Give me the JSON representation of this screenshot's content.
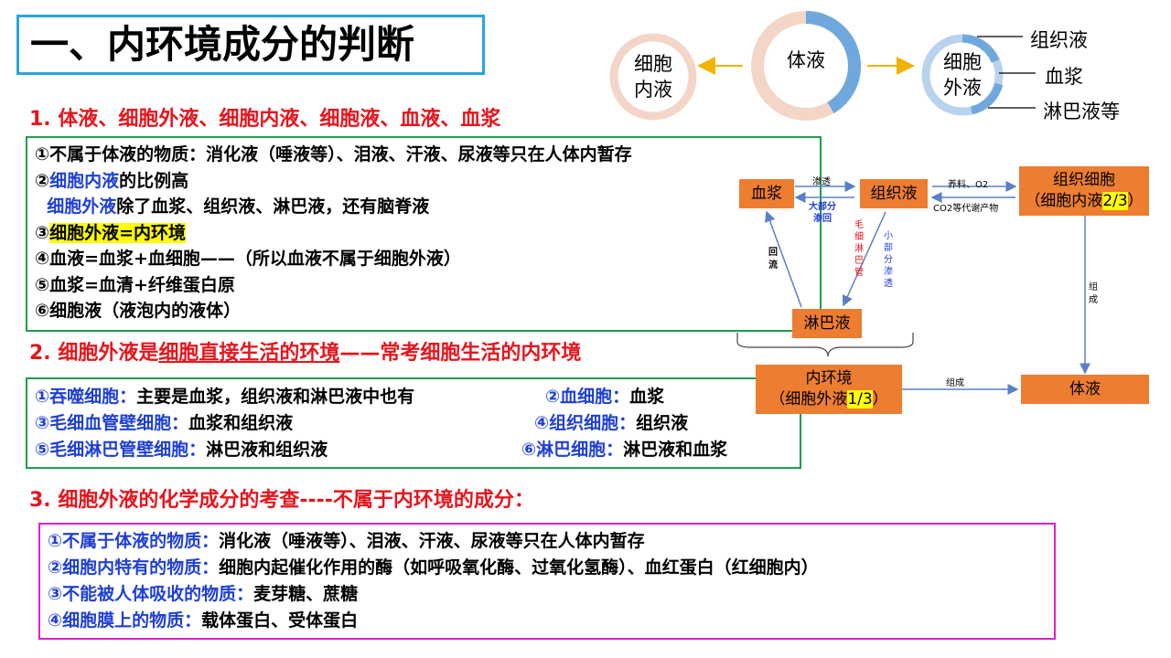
{
  "title": "一、内环境成分的判断",
  "section1": {
    "heading": "1. 体液、细胞外液、细胞内液、细胞液、血液、血浆",
    "lines": [
      [
        {
          "t": "①不属于体液的物质：消化液（唾液等）、泪液、汗液、尿液等只在人体内暂存",
          "c": ""
        }
      ],
      [
        {
          "t": "②",
          "c": ""
        },
        {
          "t": "细胞内液",
          "c": "blue"
        },
        {
          "t": "的比例高",
          "c": ""
        }
      ],
      [
        {
          "t": "  ",
          "c": ""
        },
        {
          "t": "细胞外液",
          "c": "blue"
        },
        {
          "t": "除了血浆、组织液、淋巴液，还有脑脊液",
          "c": ""
        }
      ],
      [
        {
          "t": "③",
          "c": ""
        },
        {
          "t": "细胞外液=内环境",
          "c": "hl"
        }
      ],
      [
        {
          "t": "④血液=血浆+血细胞——（所以血液不属于细胞外液）",
          "c": ""
        }
      ],
      [
        {
          "t": "⑤血浆=血清+纤维蛋白原",
          "c": ""
        }
      ],
      [
        {
          "t": "⑥细胞液（液泡内的液体）",
          "c": ""
        }
      ]
    ]
  },
  "section2": {
    "heading_a": "2. 细胞外液是",
    "heading_b": "细胞直接生活的环境",
    "heading_c": "——常考细胞生活的内环境",
    "items": [
      {
        "num": "①",
        "name": "吞噬细胞：",
        "desc": "主要是血浆，组织液和淋巴液中也有"
      },
      {
        "num": "②",
        "name": "血细胞：",
        "desc": "血浆"
      },
      {
        "num": "③",
        "name": "毛细血管壁细胞：",
        "desc": "血浆和组织液"
      },
      {
        "num": "④",
        "name": "组织细胞：",
        "desc": "组织液"
      },
      {
        "num": "⑤",
        "name": "毛细淋巴管壁细胞：",
        "desc": "淋巴液和组织液"
      },
      {
        "num": "⑥",
        "name": "淋巴细胞：",
        "desc": "淋巴液和血浆"
      }
    ]
  },
  "section3": {
    "heading": "3. 细胞外液的化学成分的考查----不属于内环境的成分：",
    "items": [
      {
        "label": "①不属于体液的物质：",
        "desc": "消化液（唾液等）、泪液、汗液、尿液等只在人体内暂存"
      },
      {
        "label": "②细胞内特有的物质：",
        "desc": "细胞内起催化作用的酶（如呼吸氧化酶、过氧化氢酶）、血红蛋白（红细胞内）"
      },
      {
        "label": "③不能被人体吸收的物质：",
        "desc": "麦芽糖、蔗糖"
      },
      {
        "label": "④细胞膜上的物质：",
        "desc": "载体蛋白、受体蛋白"
      }
    ]
  },
  "rings": {
    "intracellular": "细胞内液",
    "body_fluid": "体液",
    "extracellular": "细胞外液",
    "tissue_fluid": "组织液",
    "plasma": "血浆",
    "lymph_etc": "淋巴液等",
    "colors": {
      "pink": "#f4d6c8",
      "blue": "#6fa8dc",
      "light_blue": "#b9d3ee",
      "arrow": "#f0b400"
    }
  },
  "flow": {
    "plasma": "血浆",
    "tissue_fluid": "组织液",
    "tissue_cell_a": "组织细胞",
    "tissue_cell_b": "（细胞内液",
    "tissue_cell_frac": "2/3",
    "tissue_cell_c": "）",
    "lymph": "淋巴液",
    "internal_env_a": "内环境",
    "internal_env_b": "（细胞外液",
    "internal_env_frac": "1/3",
    "internal_env_c": "）",
    "body_fluid": "体液",
    "osmosis": "渗透",
    "mostly_back_a": "大部分",
    "mostly_back_b": "渗回",
    "return_a": "回",
    "return_b": "流",
    "capillary_lymph": [
      "毛",
      "细",
      "淋",
      "巴",
      "管"
    ],
    "small_part": [
      "小",
      "部",
      "分",
      "渗",
      "透"
    ],
    "nutrients": "养料、O2",
    "waste": "CO2等代谢产物",
    "compose_a": "组成",
    "compose_b_1": "组",
    "compose_b_2": "成",
    "box_color": "#ed7d31",
    "line_color": "#5b7fc7"
  }
}
